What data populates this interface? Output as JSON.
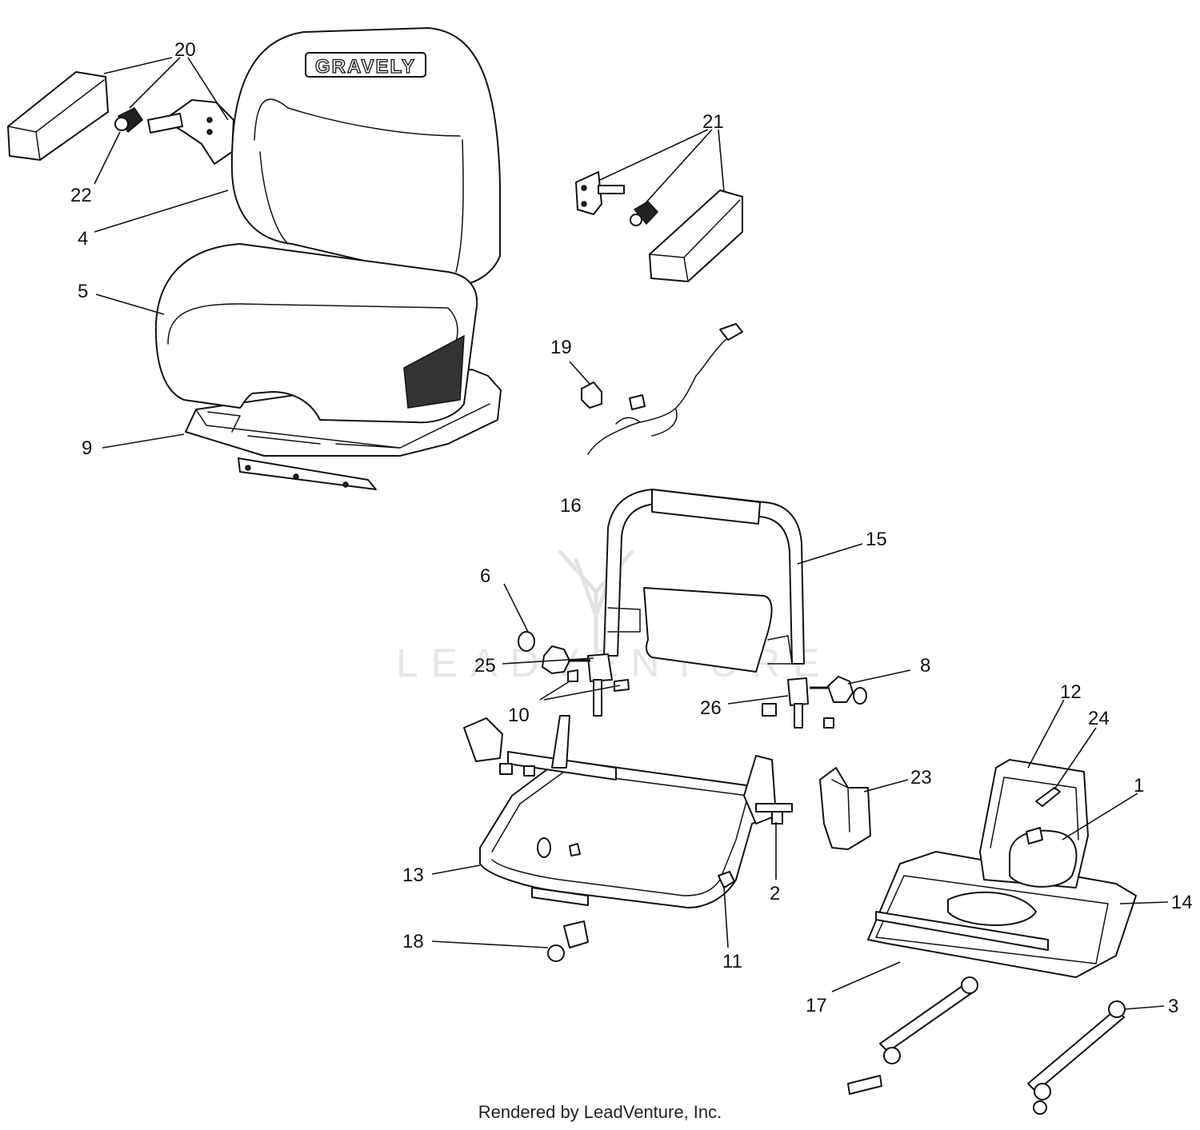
{
  "brand_logo_text": "GRAVELY",
  "watermark_text": "LEADVENTURE",
  "footer_credit": "Rendered by LeadVenture, Inc.",
  "callouts": {
    "c1": "1",
    "c2": "2",
    "c3": "3",
    "c4": "4",
    "c5": "5",
    "c6": "6",
    "c8": "8",
    "c9": "9",
    "c10": "10",
    "c11": "11",
    "c12": "12",
    "c13": "13",
    "c14": "14",
    "c15": "15",
    "c16": "16",
    "c17": "17",
    "c18": "18",
    "c19": "19",
    "c20": "20",
    "c21": "21",
    "c22": "22",
    "c23": "23",
    "c24": "24",
    "c25": "25",
    "c26": "26"
  }
}
